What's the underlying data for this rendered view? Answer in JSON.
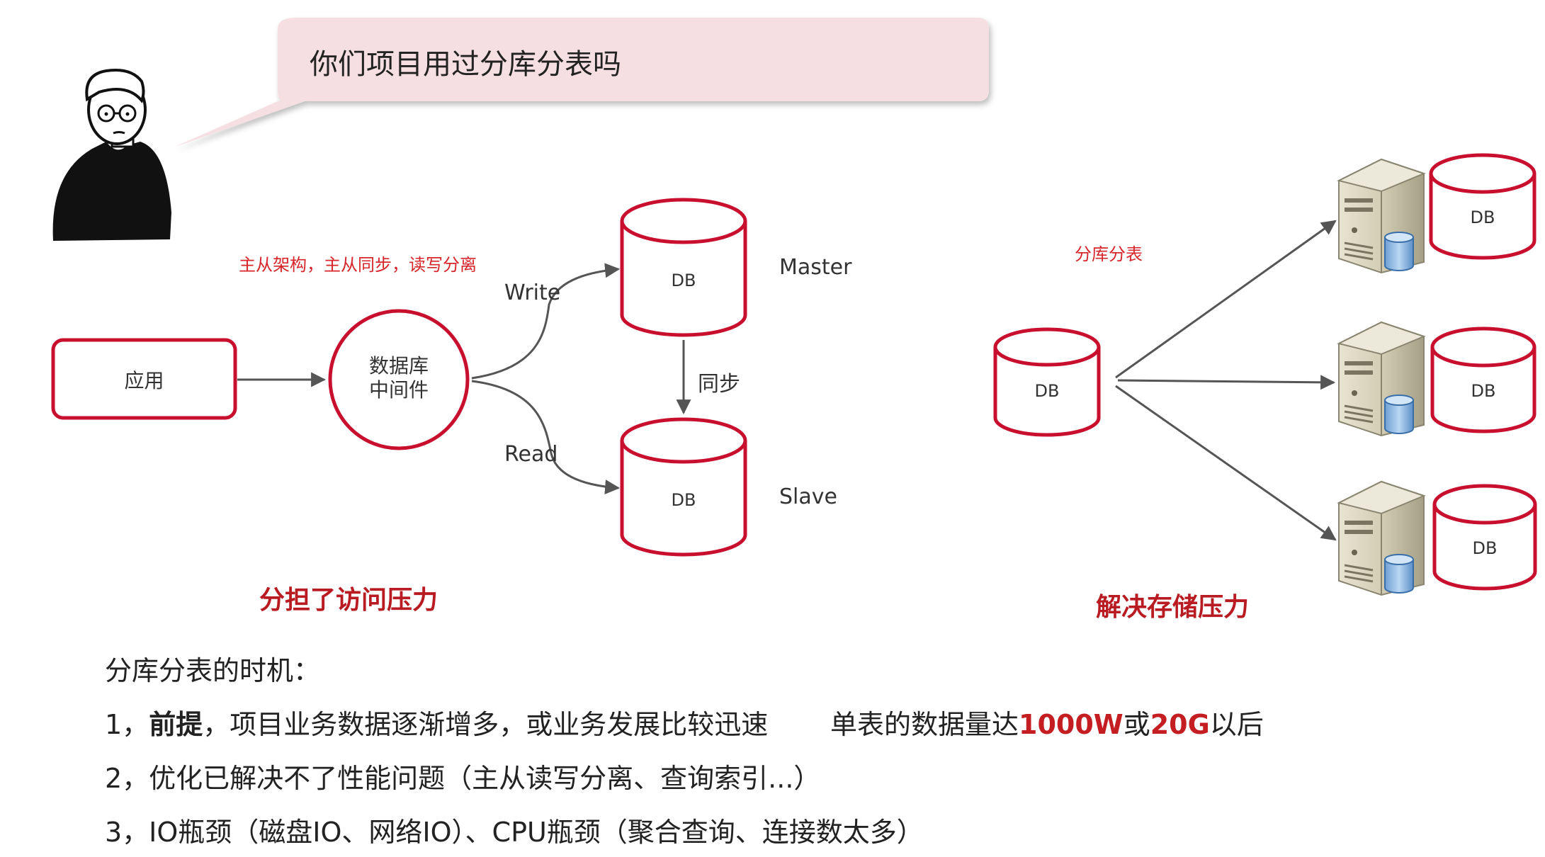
{
  "bubble": {
    "question": "你们项目用过分库分表吗"
  },
  "left_diagram": {
    "note": "主从架构，主从同步，读写分离",
    "app_label": "应用",
    "middleware_label_line1": "数据库",
    "middleware_label_line2": "中间件",
    "write_label": "Write",
    "read_label": "Read",
    "master_db_label": "DB",
    "slave_db_label": "DB",
    "master_label": "Master",
    "slave_label": "Slave",
    "sync_label": "同步",
    "headline": "分担了访问压力"
  },
  "right_diagram": {
    "note": "分库分表",
    "source_db_label": "DB",
    "shard_db_labels": [
      "DB",
      "DB",
      "DB"
    ],
    "headline": "解决存储压力"
  },
  "timing": {
    "title": "分库分表的时机：",
    "line1": {
      "prefix": "1，",
      "emphasis": "前提",
      "rest": "，项目业务数据逐渐增多，或业务发展比较迅速"
    },
    "line1_right": {
      "prefix": "单表的数据量达",
      "value1": "1000W",
      "middle": "或",
      "value2": "20G",
      "suffix": "以后"
    },
    "line2": "2，优化已解决不了性能问题（主从读写分离、查询索引...）",
    "line3": "3，IO瓶颈（磁盘IO、网络IO）、CPU瓶颈（聚合查询、连接数太多）"
  },
  "colors": {
    "accent_red": "#c8102e",
    "bubble_fill": "#f6dfe2",
    "arrow_gray": "#555555",
    "headline_red": "#b81c22"
  },
  "icons": [
    "person-avatar-icon",
    "server-icon",
    "database-cylinder-icon"
  ]
}
